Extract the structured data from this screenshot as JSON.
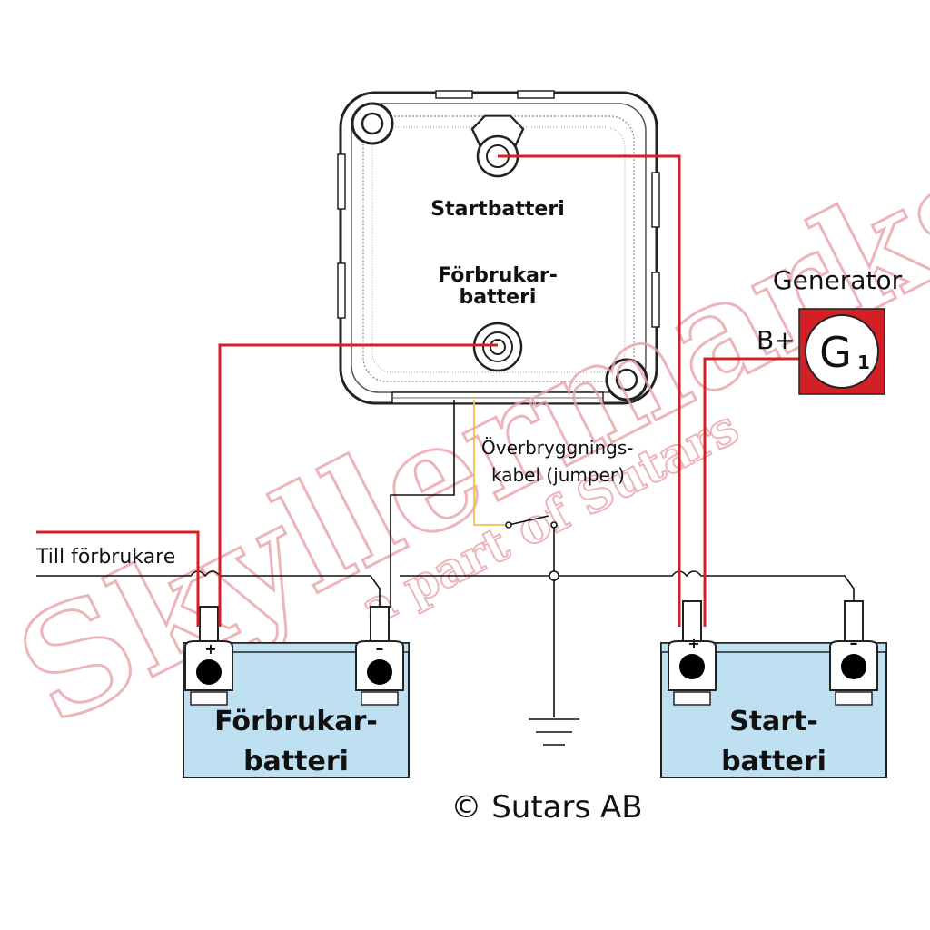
{
  "relay": {
    "start_label": "Startbatteri",
    "aux_label_line1": "Förbrukar-",
    "aux_label_line2": "batteri"
  },
  "generator": {
    "title": "Generator",
    "terminal": "B+",
    "symbol": "G",
    "symbol_sub": "1"
  },
  "jumper": {
    "line1": "Överbryggnings-",
    "line2": "kabel (jumper)"
  },
  "load": {
    "label": "Till förbrukare"
  },
  "aux_battery": {
    "line1": "Förbrukar-",
    "line2": "batteri",
    "plus": "+",
    "minus": "–"
  },
  "start_battery": {
    "line1": "Start-",
    "line2": "batteri",
    "plus": "+",
    "minus": "–"
  },
  "copyright": "© Sutars AB",
  "watermark": {
    "main": "Skyllermarks!",
    "sub": "a part of Sutars"
  },
  "colors": {
    "wire_red": "#d31f26",
    "jumper_yellow": "#f0c04a",
    "battery_fill": "#bfe0f0",
    "generator_red": "#d31f26",
    "watermark_pink": "#f4c3c6"
  }
}
